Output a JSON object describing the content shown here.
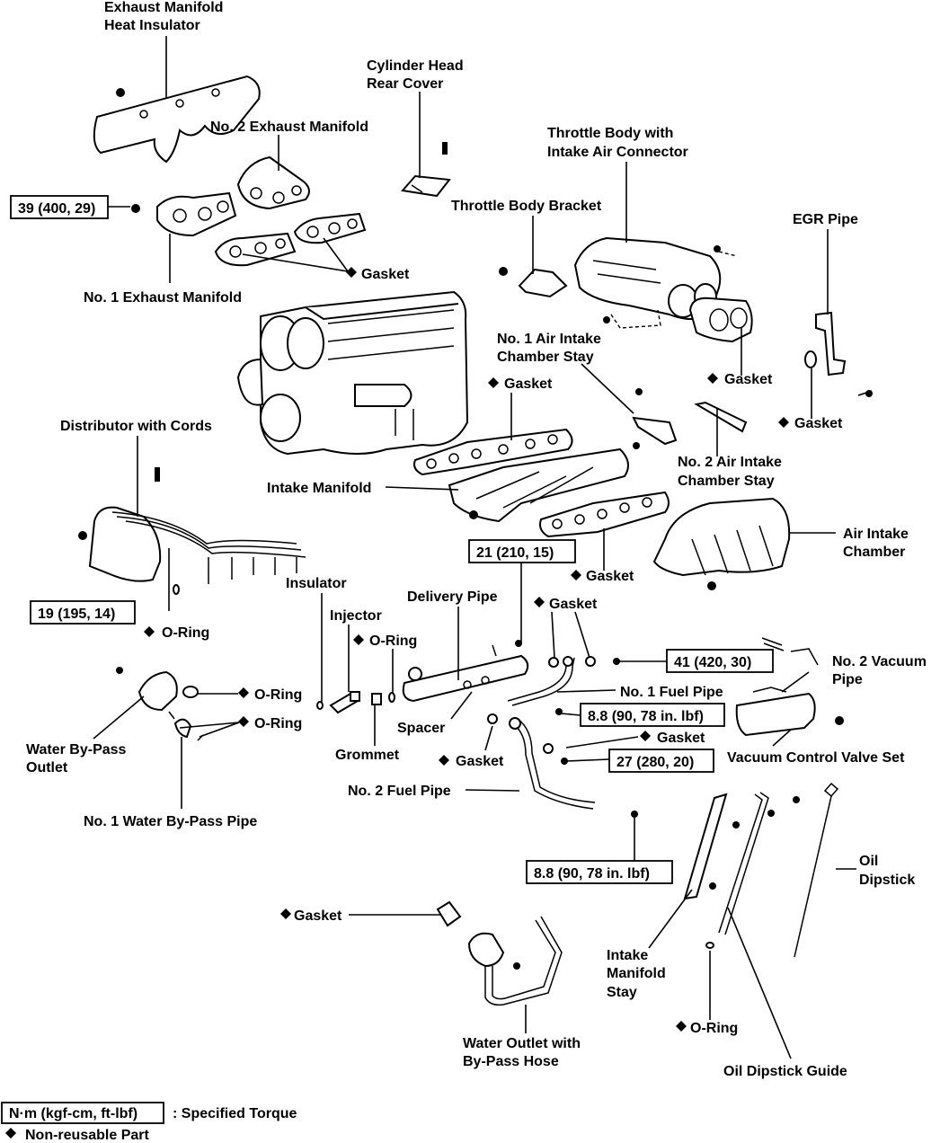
{
  "labels": {
    "exhaust_manifold_heat_insulator_1": "Exhaust Manifold",
    "exhaust_manifold_heat_insulator_2": "Heat Insulator",
    "cylinder_head_rear_cover_1": "Cylinder Head",
    "cylinder_head_rear_cover_2": "Rear Cover",
    "no2_exhaust_manifold": "No. 2 Exhaust Manifold",
    "throttle_body_1": "Throttle Body with",
    "throttle_body_2": "Intake Air Connector",
    "throttle_body_bracket": "Throttle Body Bracket",
    "egr_pipe": "EGR Pipe",
    "gasket_exhaust": "Gasket",
    "no1_exhaust_manifold": "No. 1 Exhaust Manifold",
    "no1_air_intake_stay_1": "No. 1 Air Intake",
    "no1_air_intake_stay_2": "Chamber Stay",
    "gasket_throttle": "Gasket",
    "gasket_intake_upper": "Gasket",
    "gasket_egr": "Gasket",
    "distributor_with_cords": "Distributor with Cords",
    "no2_air_intake_stay_1": "No. 2 Air Intake",
    "no2_air_intake_stay_2": "Chamber Stay",
    "intake_manifold": "Intake Manifold",
    "air_intake_chamber_1": "Air Intake",
    "air_intake_chamber_2": "Chamber",
    "gasket_intake_lower": "Gasket",
    "insulator": "Insulator",
    "delivery_pipe": "Delivery Pipe",
    "gasket_fuel_pipe": "Gasket",
    "injector": "Injector",
    "o_ring_distributor": "O-Ring",
    "o_ring_injector": "O-Ring",
    "no2_vacuum_pipe_1": "No. 2 Vacuum",
    "no2_vacuum_pipe_2": "Pipe",
    "o_ring_outlet": "O-Ring",
    "no1_fuel_pipe": "No. 1 Fuel Pipe",
    "o_ring_bypass": "O-Ring",
    "spacer": "Spacer",
    "gasket_fuel_union": "Gasket",
    "water_bypass_outlet_1": "Water By-Pass",
    "water_bypass_outlet_2": "Outlet",
    "grommet": "Grommet",
    "gasket_no2_fuel": "Gasket",
    "vacuum_control_valve_set": "Vacuum Control Valve Set",
    "no2_fuel_pipe": "No. 2 Fuel Pipe",
    "no1_water_bypass_pipe": "No. 1 Water By-Pass Pipe",
    "oil_dipstick_1": "Oil",
    "oil_dipstick_2": "Dipstick",
    "gasket_water_outlet": "Gasket",
    "intake_manifold_stay_1": "Intake",
    "intake_manifold_stay_2": "Manifold",
    "intake_manifold_stay_3": "Stay",
    "o_ring_dipstick": "O-Ring",
    "water_outlet_1": "Water Outlet with",
    "water_outlet_2": "By-Pass Hose",
    "oil_dipstick_guide": "Oil Dipstick Guide"
  },
  "torques": {
    "exhaust_manifold": "39 (400, 29)",
    "intake_manifold": "21 (210, 15)",
    "distributor": "19 (195, 14)",
    "no1_fuel_pipe": "41 (420, 30)",
    "fuel_union_a": "8.8 (90, 78 in. lbf)",
    "fuel_union_b": "27 (280, 20)",
    "no2_fuel_pipe_clamp": "8.8 (90, 78 in. lbf)"
  },
  "legend": {
    "box": "N·m (kgf-cm, ft-lbf)",
    "box_desc": ": Specified Torque",
    "diamond_desc": "Non-reusable Part"
  }
}
